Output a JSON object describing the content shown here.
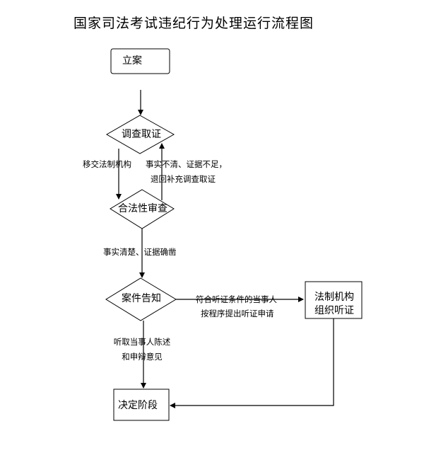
{
  "title": "国家司法考试违纪行为处理运行流程图",
  "nodes": {
    "filing": "立案",
    "investigation": "调查取证",
    "legality_review": "合法性审查",
    "case_notification": "案件告知",
    "hearing_line1": "法制机构",
    "hearing_line2": "组织听证",
    "decision": "决定阶段"
  },
  "edge_labels": {
    "transfer": "移交法制机构",
    "return_line1": "事实不清、证据不足，",
    "return_line2": "退回补充调查取证",
    "facts_clear": "事实清楚、证据确凿",
    "hearing_request_line1": "符合听证条件的当事人",
    "hearing_request_line2": "按程序提出听证申请",
    "statement_line1": "听取当事人陈述",
    "statement_line2": "和申辩意见"
  }
}
